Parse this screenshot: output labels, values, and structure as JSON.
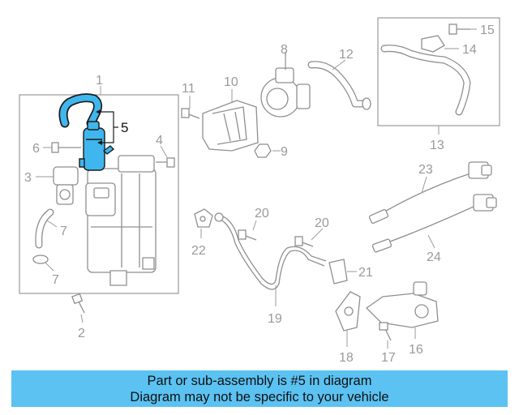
{
  "diagram": {
    "callouts": [
      "1",
      "2",
      "3",
      "4",
      "5",
      "6",
      "7",
      "7",
      "8",
      "9",
      "10",
      "11",
      "12",
      "13",
      "14",
      "15",
      "16",
      "17",
      "18",
      "19",
      "20",
      "20",
      "21",
      "22",
      "23",
      "24"
    ],
    "highlighted_part": "5",
    "colors": {
      "highlight": "#3fb6ee",
      "parts": "#8f8f8f",
      "banner": "#5bc2f2"
    }
  },
  "banner": {
    "line1": "Part or sub-assembly is #5 in diagram",
    "line2": "Diagram may not be specific to your vehicle"
  }
}
